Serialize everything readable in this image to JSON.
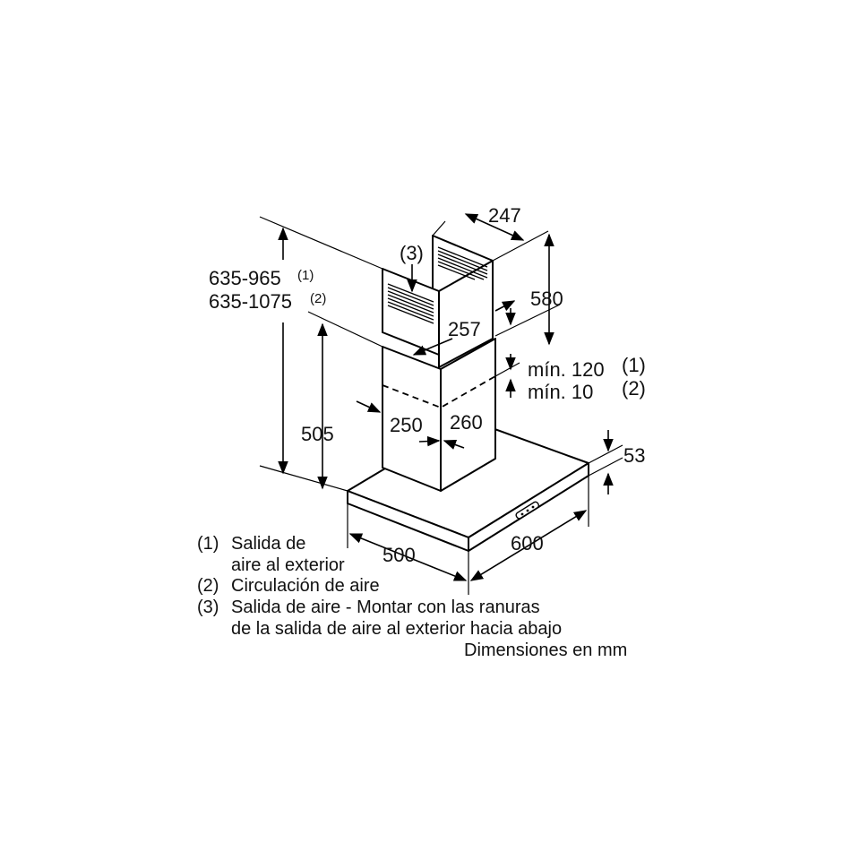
{
  "dimensions": {
    "top_width": "247",
    "upper_height": "580",
    "outlet_depth": "257",
    "total_height_1": "635-965",
    "total_height_1_ref": "(1)",
    "total_height_2": "635-1075",
    "total_height_2_ref": "(2)",
    "outlet_marker": "(3)",
    "min_gap_1": "mín. 120",
    "min_gap_1_ref": "(1)",
    "min_gap_2": "mín. 10",
    "min_gap_2_ref": "(2)",
    "lower_height": "505",
    "chimney_width": "250",
    "chimney_depth": "260",
    "canopy_height": "53",
    "canopy_depth": "500",
    "canopy_width": "600"
  },
  "legend": {
    "item1_num": "(1)",
    "item1_line1": "Salida de",
    "item1_line2": "aire al exterior",
    "item2_num": "(2)",
    "item2_line1": "Circulación de aire",
    "item3_num": "(3)",
    "item3_line1": "Salida de aire - Montar con las ranuras",
    "item3_line2": "de la salida de aire al exterior hacia abajo",
    "units": "Dimensiones en mm"
  }
}
